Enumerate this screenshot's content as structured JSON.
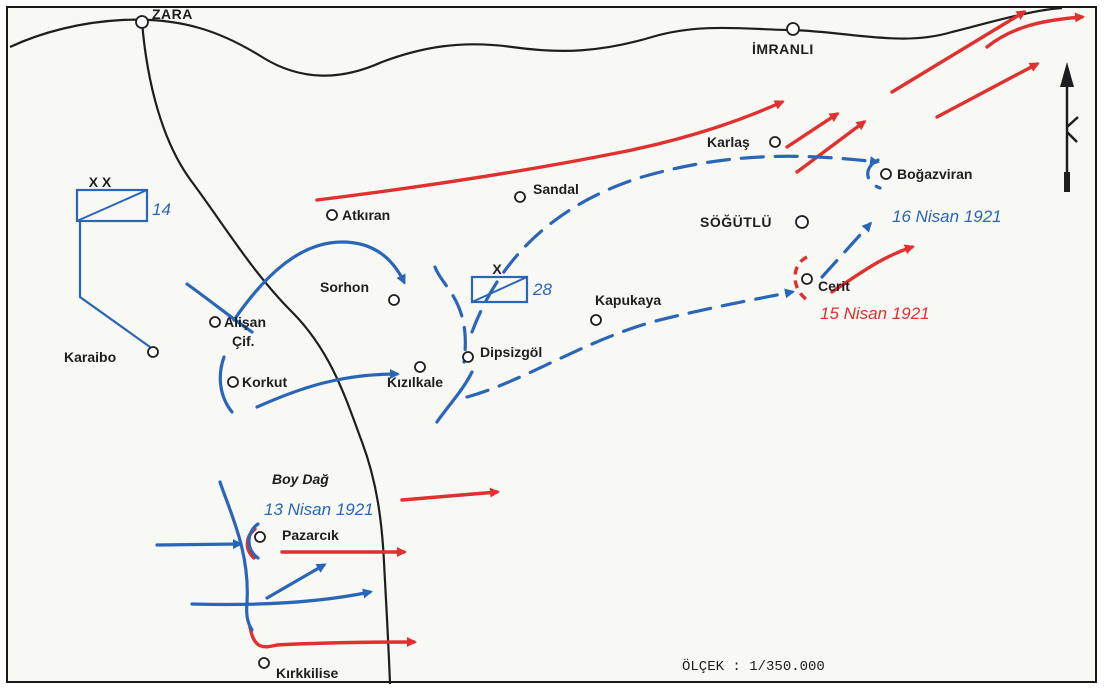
{
  "places": {
    "zara": "ZARA",
    "imranli": "İMRANLI",
    "karlas": "Karlaş",
    "bogazviran": "Boğazviran",
    "sandal": "Sandal",
    "atkiran": "Atkıran",
    "sogutlu": "SÖĞÜTLÜ",
    "sorhon": "Sorhon",
    "cerit": "Cerit",
    "kapukaya": "Kapukaya",
    "alisan": "Alişan",
    "cif": "Çif.",
    "karaibo": "Karaibo",
    "dipsizgol": "Dipsizgöl",
    "korkut": "Korkut",
    "kizilkale": "Kızılkale",
    "pazarcik": "Pazarcık",
    "kirkkilise": "Kırkkilise"
  },
  "mountain": "Boy Dağ",
  "units": {
    "division": {
      "echelon": "X X",
      "number": "14"
    },
    "brigade": {
      "echelon": "X",
      "number": "28"
    }
  },
  "dates": {
    "nisan13": "13 Nisan 1921",
    "nisan15": "15 Nisan 1921",
    "nisan16": "16 Nisan 1921"
  },
  "scale": "ÖLÇEK : 1/350.000",
  "north_symbol": "north-arrow",
  "colors": {
    "blue_forces": "#2a66b8",
    "red_forces": "#e03030",
    "ink": "#1e1e1e"
  }
}
